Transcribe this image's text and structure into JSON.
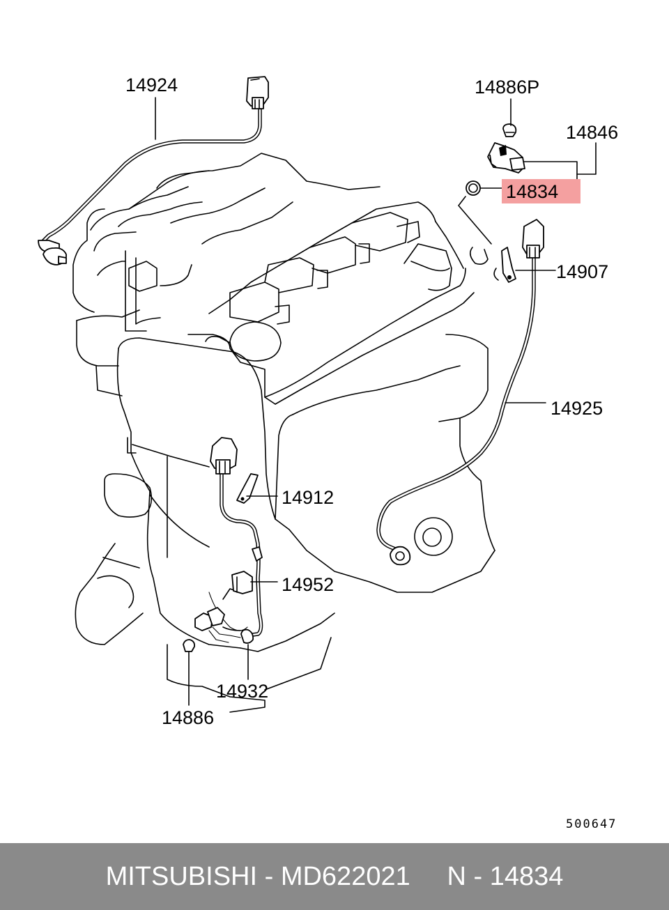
{
  "diagram": {
    "callouts": [
      {
        "id": "c14924",
        "text": "14924"
      },
      {
        "id": "c14886P",
        "text": "14886P"
      },
      {
        "id": "c14846",
        "text": "14846"
      },
      {
        "id": "c14834",
        "text": "14834"
      },
      {
        "id": "c14907",
        "text": "14907"
      },
      {
        "id": "c14925",
        "text": "14925"
      },
      {
        "id": "c14912",
        "text": "14912"
      },
      {
        "id": "c14952",
        "text": "14952"
      },
      {
        "id": "c14932",
        "text": "14932"
      },
      {
        "id": "c14886",
        "text": "14886"
      }
    ],
    "highlighted_callout": "14834",
    "highlight_color": "#f4a0a0",
    "reference_number": "500647"
  },
  "footer": {
    "text": "MITSUBISHI - MD622021     N - 14834",
    "background": "#8a8a8a",
    "color": "#ffffff"
  }
}
